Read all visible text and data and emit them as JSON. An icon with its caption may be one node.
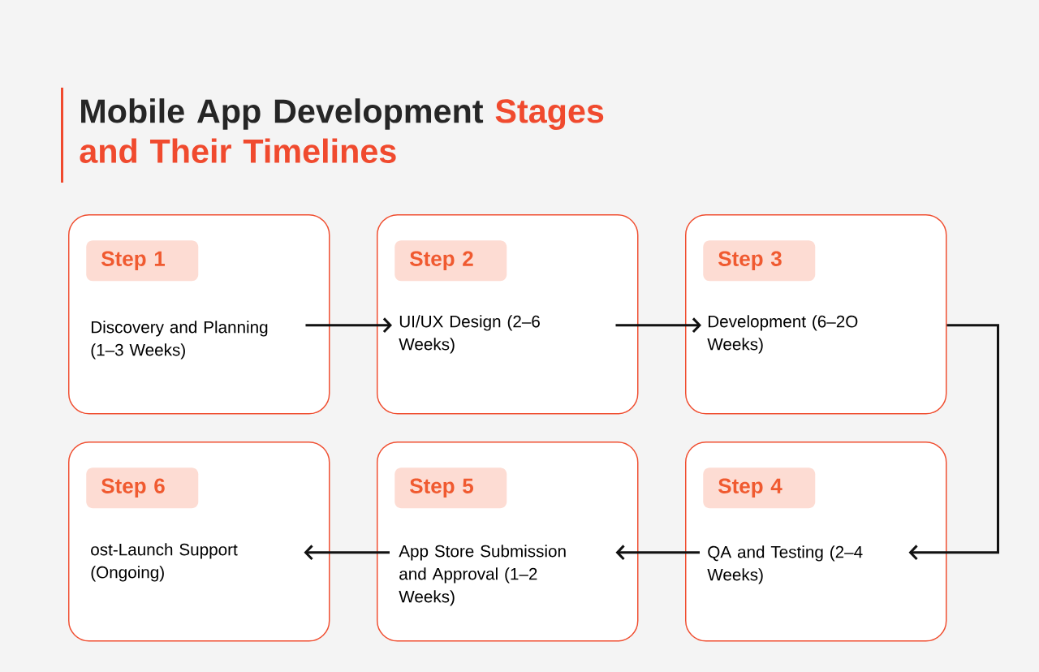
{
  "diagram": {
    "title": "Mobile App Development Stages and Their Timelines",
    "nodes": [
      {
        "text": [
          "Discovery and Planning (1–3 Weeks)"
        ]
      },
      {
        "text": [
          "Step 1"
        ],
        "in": 0
      },
      {
        "text": [
          "UI/UX Design (2–6 Weeks)"
        ]
      },
      {
        "text": [
          "Step 2"
        ],
        "in": 2
      },
      {
        "text": [
          "Development (6–2O Weeks)"
        ]
      },
      {
        "text": [
          "Step 3"
        ],
        "in": 4
      },
      {
        "text": [
          "QA and Testing (2–4 Weeks)"
        ]
      },
      {
        "text": [
          "Step 4"
        ],
        "in": 6
      },
      {
        "text": [
          "App Store Submission and Approval (1–2 Weeks)"
        ]
      },
      {
        "text": [
          "Step 5"
        ],
        "in": 8
      },
      {
        "text": [
          "ost-Launch Support (Ongoing)"
        ]
      },
      {
        "text": [
          "Step 6"
        ],
        "in": 10
      }
    ],
    "edges": [
      {
        "from": 0,
        "to": 2,
        "arrow": "to"
      },
      {
        "from": 2,
        "to": 4,
        "arrow": "to"
      },
      {
        "from": 4,
        "to": 6,
        "arrow": "to"
      },
      {
        "from": 6,
        "to": 8,
        "arrow": "to"
      },
      {
        "from": 8,
        "to": 10,
        "arrow": "to"
      }
    ]
  }
}
